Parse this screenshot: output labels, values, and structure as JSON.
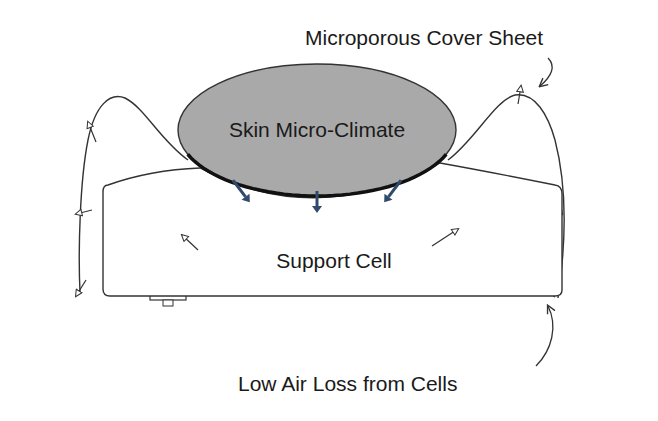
{
  "diagram": {
    "nodes": [
      {
        "text": [
          "Skin Micro-Climate"
        ]
      },
      {
        "text": [
          "Support Cell"
        ]
      }
    ],
    "labels": [
      "Microporous Cover Sheet",
      "Low Air Loss from Cells"
    ]
  }
}
